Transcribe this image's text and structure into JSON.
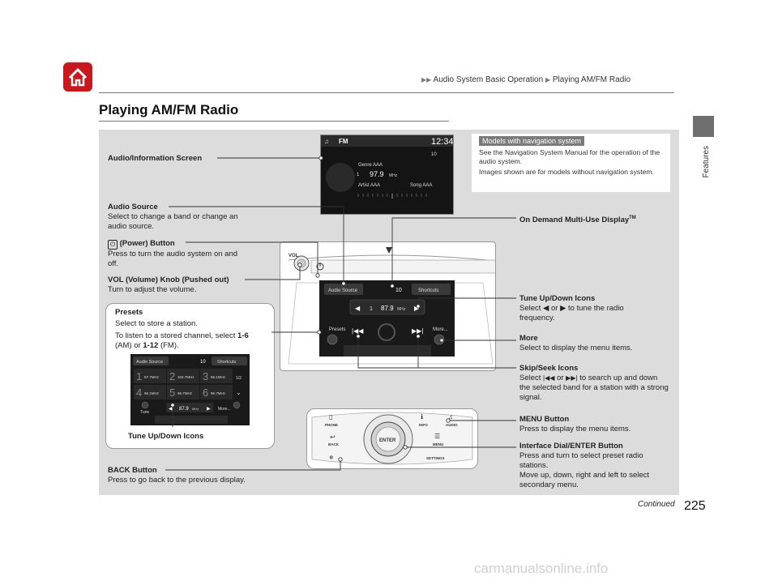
{
  "breadcrumb": {
    "part1": "Audio System Basic Operation",
    "part2": "Playing AM/FM Radio"
  },
  "page_title": "Playing AM/FM Radio",
  "side_tab": "Features",
  "page_number": "225",
  "continued": "Continued",
  "watermark": "carmanualsonline.info",
  "nav_note": {
    "tag": "Models with navigation system",
    "line1": "See the Navigation System Manual for the operation of the audio system.",
    "line2": "Images shown are for models without navigation system."
  },
  "callouts": {
    "audio_info_screen": "Audio/Information Screen",
    "audio_source_title": "Audio Source",
    "audio_source_desc": "Select to change a band or change an audio source.",
    "power_title": "(Power) Button",
    "power_desc": "Press to turn the audio system on and off.",
    "vol_title": "VOL (Volume) Knob (Pushed out)",
    "vol_desc": "Turn to adjust the volume.",
    "presets_title": "Presets",
    "presets_desc1": "Select to store a station.",
    "presets_desc2_a": "To listen to a stored channel, select ",
    "presets_b1": "1-6",
    "presets_desc2_b": " (AM) or ",
    "presets_b2": "1-12",
    "presets_desc2_c": " (FM).",
    "tune_inset": "Tune Up/Down Icons",
    "back_title": "BACK Button",
    "back_desc": "Press to go back to the previous display.",
    "ondemand_title": "On Demand Multi-Use Display",
    "ondemand_tm": "TM",
    "tune_title": "Tune Up/Down Icons",
    "tune_desc_a": "Select ",
    "tune_desc_b": " or ",
    "tune_desc_c": " to tune the radio frequency.",
    "more_title": "More",
    "more_desc": "Select to display the menu items.",
    "skip_title": "Skip/Seek Icons",
    "skip_desc_a": "Select ",
    "skip_desc_b": " or ",
    "skip_desc_c": " to search up and down the selected band for a station with a strong signal.",
    "menu_title": "MENU Button",
    "menu_desc": "Press to display the menu items.",
    "dial_title": "Interface Dial/ENTER Button",
    "dial_desc1": "Press and turn to select preset radio stations.",
    "dial_desc2": "Move up, down, right and left to select secondary menu."
  },
  "audio_screen": {
    "band": "FM",
    "clock": "12:34",
    "vol": "10",
    "genre": "Genre AAA",
    "preset": "1",
    "freq": "97.9",
    "unit": "MHz",
    "artist": "Artist AAA",
    "song": "Song AAA"
  },
  "multi_display": {
    "audio_source": "Audio Source",
    "vol": "10",
    "shortcuts": "Shortcuts",
    "preset": "1",
    "freq": "87.9",
    "unit": "MHz",
    "presets": "Presets",
    "more": "More..."
  },
  "dash_labels": {
    "vol": "VOL"
  },
  "inset_display": {
    "audio_source": "Audio Source",
    "vol": "10",
    "shortcuts": "Shortcuts",
    "presets": [
      {
        "num": "1",
        "freq": "87.7MHz"
      },
      {
        "num": "2",
        "freq": "103.7MHz"
      },
      {
        "num": "3",
        "freq": "96.1MHz"
      },
      {
        "num": "4",
        "freq": "96.1MHz"
      },
      {
        "num": "5",
        "freq": "96.7MHz"
      },
      {
        "num": "6",
        "freq": "96.7MHz"
      }
    ],
    "page": "1/2",
    "tune": "Tune",
    "freq": "87.9",
    "unit": "MHz",
    "more": "More..."
  },
  "console": {
    "phone": "PHONE",
    "info": "INFO",
    "audio": "AUDIO",
    "back": "BACK",
    "enter": "ENTER",
    "menu": "MENU",
    "settings": "SETTINGS"
  },
  "colors": {
    "home_red": "#c8171d",
    "panel_gray": "#dcdcdc",
    "tab_gray": "#6f6f6f"
  }
}
